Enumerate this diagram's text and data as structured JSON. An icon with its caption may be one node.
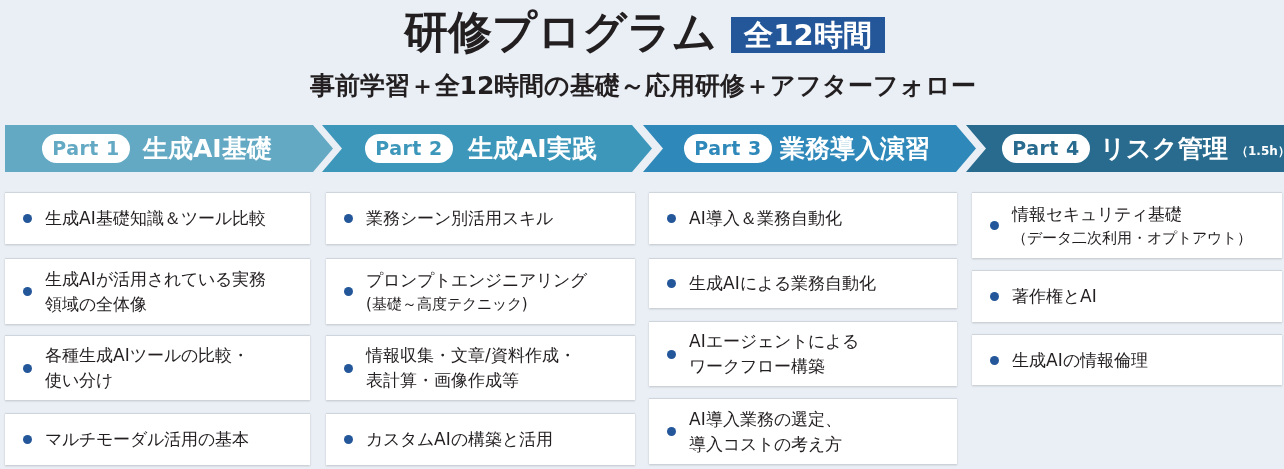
{
  "diagram": {
    "title": "研修プログラム",
    "nodes": [
      {
        "text": [
          "全12時間"
        ]
      },
      {
        "text": [
          "生成AI基礎"
        ]
      },
      {
        "text": [
          "Part 1"
        ],
        "in": 1
      },
      {
        "text": [
          "生成AI基礎知識＆ツール比較"
        ]
      },
      {
        "text": [
          "生成AIが活用されている実務領域の全体像"
        ]
      },
      {
        "text": [
          "各種生成AIツールの比較・使い分け"
        ]
      },
      {
        "text": [
          "マルチモーダル活用の基本"
        ]
      },
      {
        "text": [
          "生成AI実践"
        ]
      },
      {
        "text": [
          "Part 2"
        ],
        "in": 7
      },
      {
        "text": [
          "業務シーン別活用スキル"
        ]
      },
      {
        "text": [
          "プロンプトエンジニアリング",
          "(基礎～高度テクニック)"
        ]
      },
      {
        "text": [
          "情報収集・文章/資料作成・表計算・画像作成等"
        ]
      },
      {
        "text": [
          "カスタムAIの構築と活用"
        ]
      },
      {
        "text": [
          "業務導入演習"
        ]
      },
      {
        "text": [
          "Part 3"
        ],
        "in": 13
      },
      {
        "text": [
          "AI導入＆業務自動化"
        ]
      },
      {
        "text": [
          "生成AIによる業務自動化"
        ]
      },
      {
        "text": [
          "AIエージェントによるワークフロー構築"
        ]
      },
      {
        "text": [
          "AI導入業務の選定、導入コストの考え方"
        ]
      },
      {
        "text": [
          "リスク管理",
          "（1.5h）"
        ]
      },
      {
        "text": [
          "Part 4"
        ],
        "in": 19
      },
      {
        "text": [
          "情報セキュリティ基礎",
          "（データ二次利用・オプトアウト）"
        ]
      },
      {
        "text": [
          "著作権とAI"
        ]
      },
      {
        "text": [
          "生成AIの情報倫理"
        ]
      }
    ],
    "labels": [
      "事前学習＋全12時間の基礎～応用研修＋アフターフォロー"
    ]
  }
}
